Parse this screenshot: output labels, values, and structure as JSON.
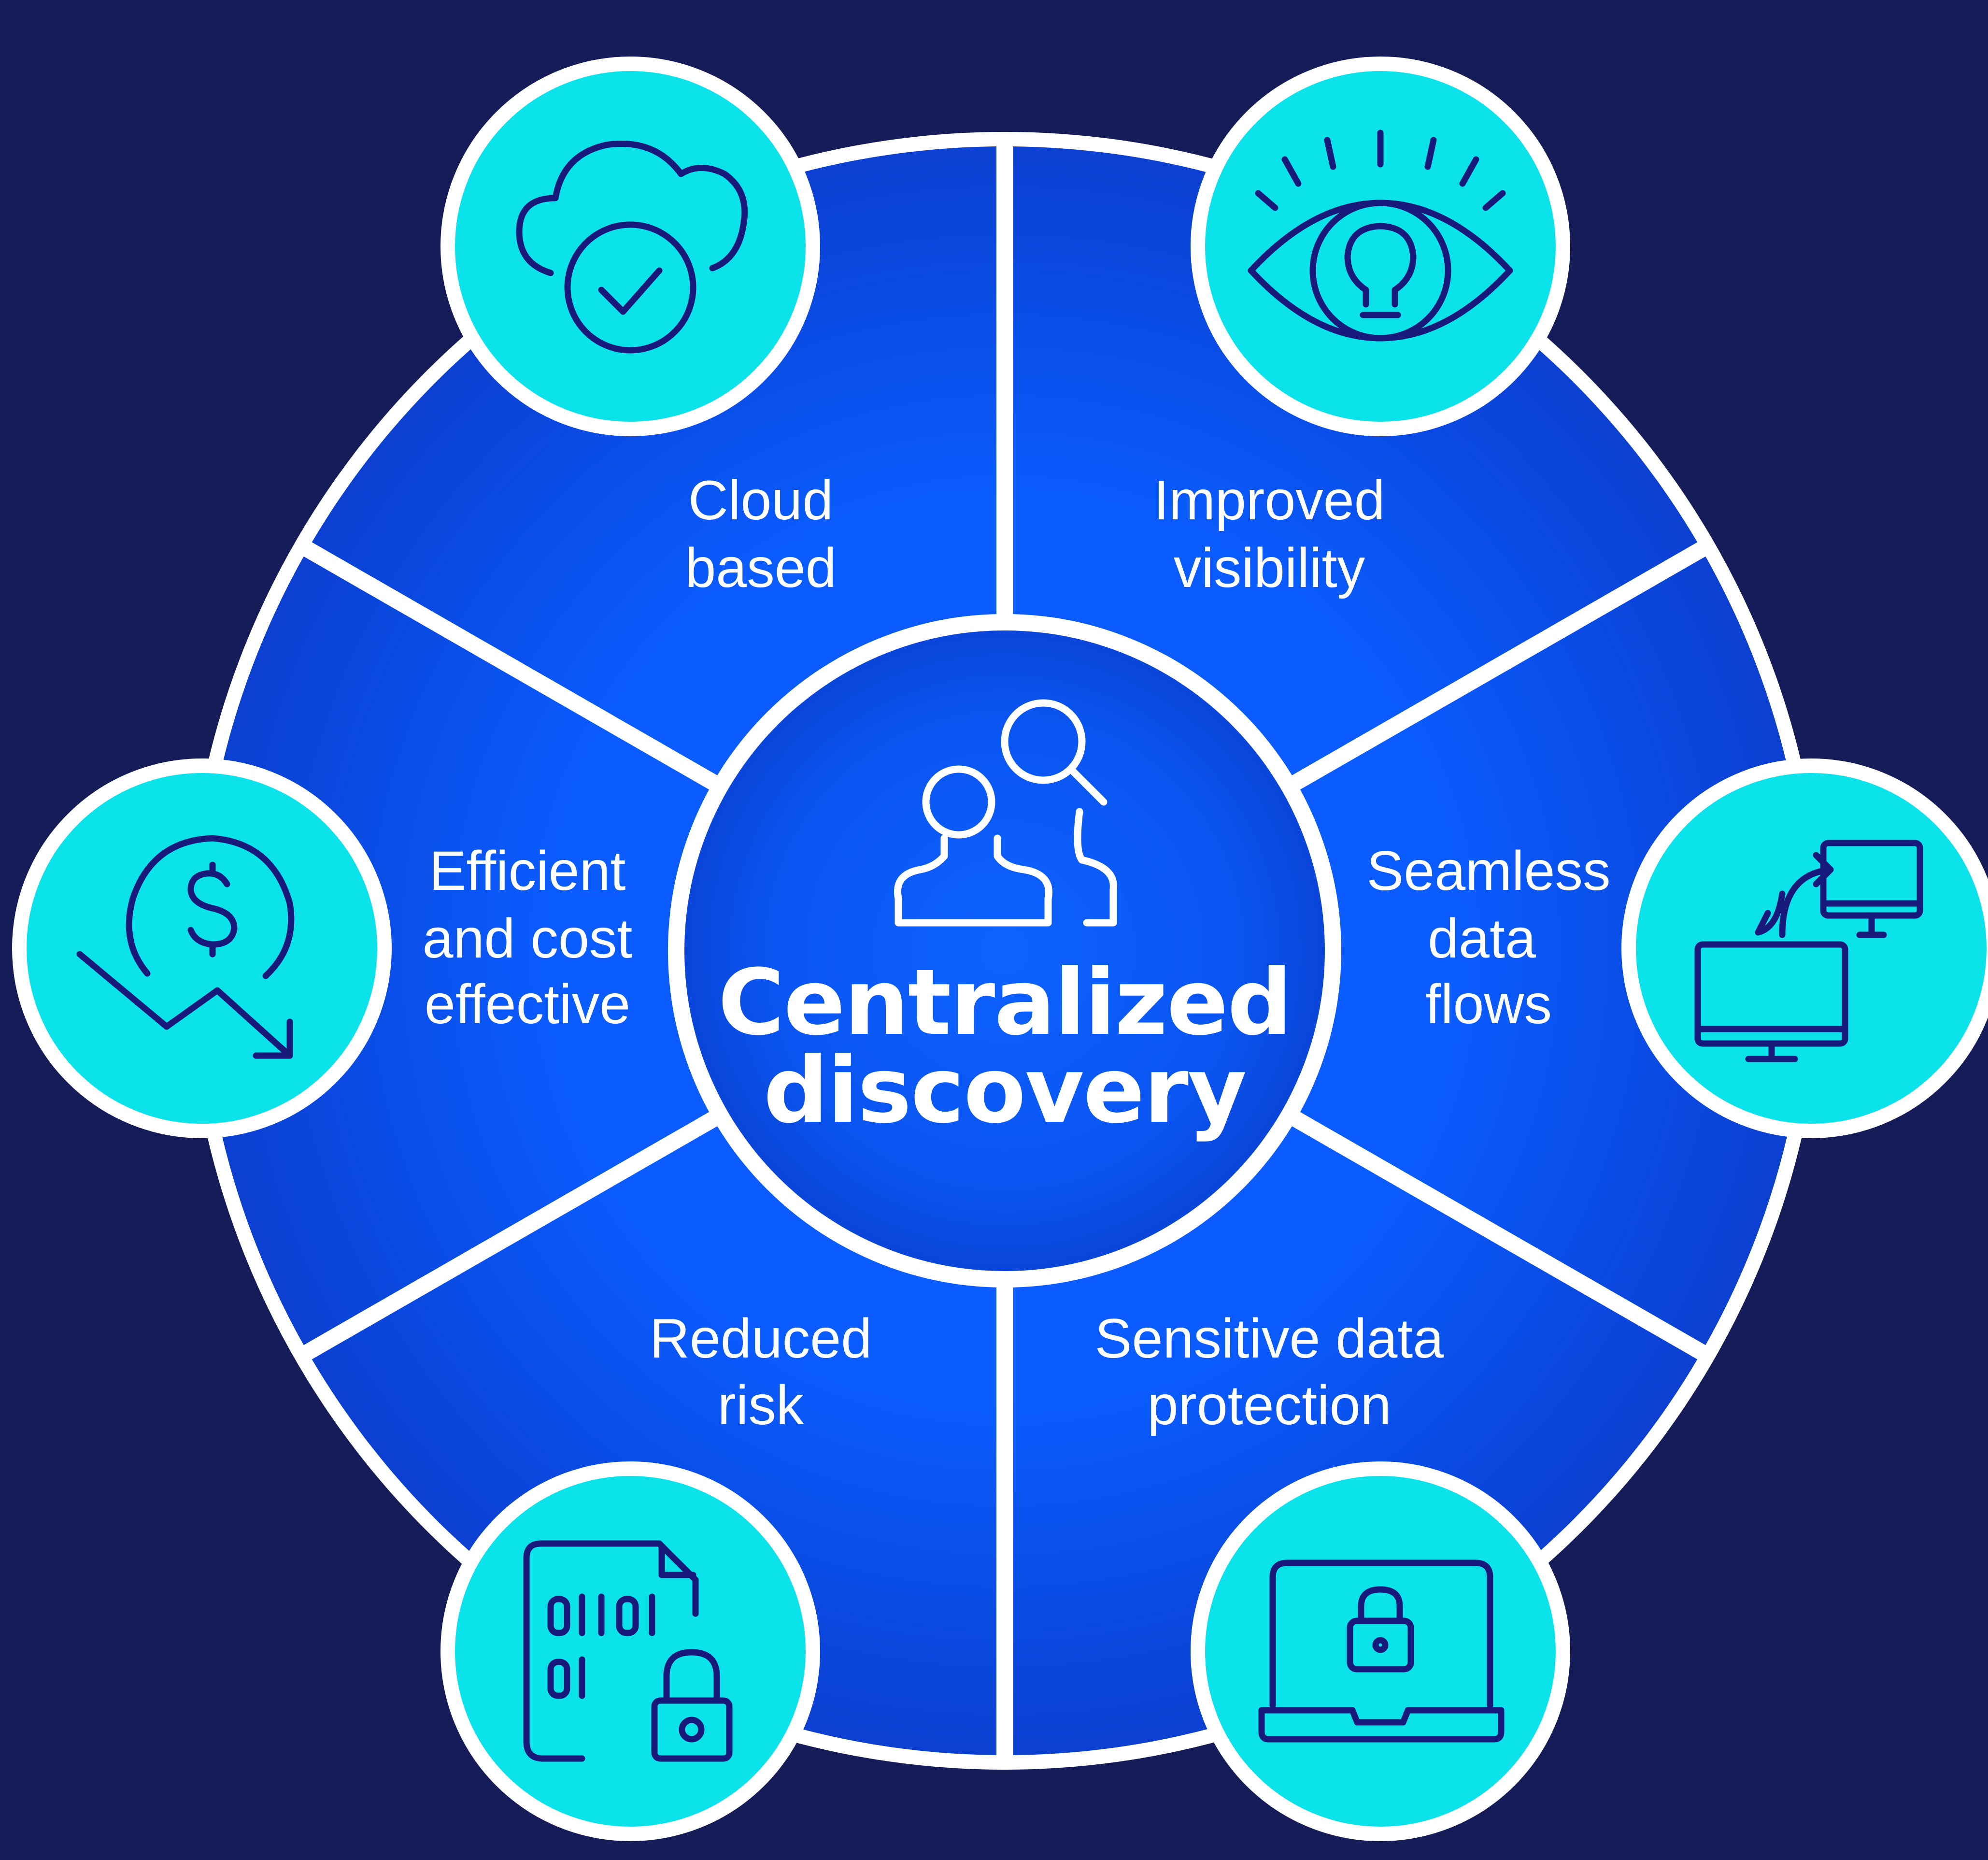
{
  "center": {
    "title_line1": "Centralized",
    "title_line2": "discovery",
    "icon": "user-search-icon"
  },
  "segments": [
    {
      "id": "cloud",
      "lines": [
        "Cloud",
        "based"
      ],
      "icon": "cloud-check-icon"
    },
    {
      "id": "visibility",
      "lines": [
        "Improved",
        "visibility"
      ],
      "icon": "eye-lightbulb-icon"
    },
    {
      "id": "flows",
      "lines": [
        "Seamless",
        "data",
        "flows"
      ],
      "icon": "monitor-sync-icon"
    },
    {
      "id": "protection",
      "lines": [
        "Sensitive data",
        "protection"
      ],
      "icon": "laptop-lock-icon"
    },
    {
      "id": "risk",
      "lines": [
        "Reduced",
        "risk"
      ],
      "icon": "binary-file-lock-icon"
    },
    {
      "id": "cost",
      "lines": [
        "Efficient",
        "and cost",
        "effective"
      ],
      "icon": "dollar-downtrend-icon"
    }
  ],
  "colors": {
    "background": "#151c57",
    "wheel_center": "#0a5cff",
    "wheel_edge": "#0b3fd0",
    "icon_circle": "#0be3ea",
    "icon_stroke": "#171a7a",
    "divider": "#ffffff"
  }
}
